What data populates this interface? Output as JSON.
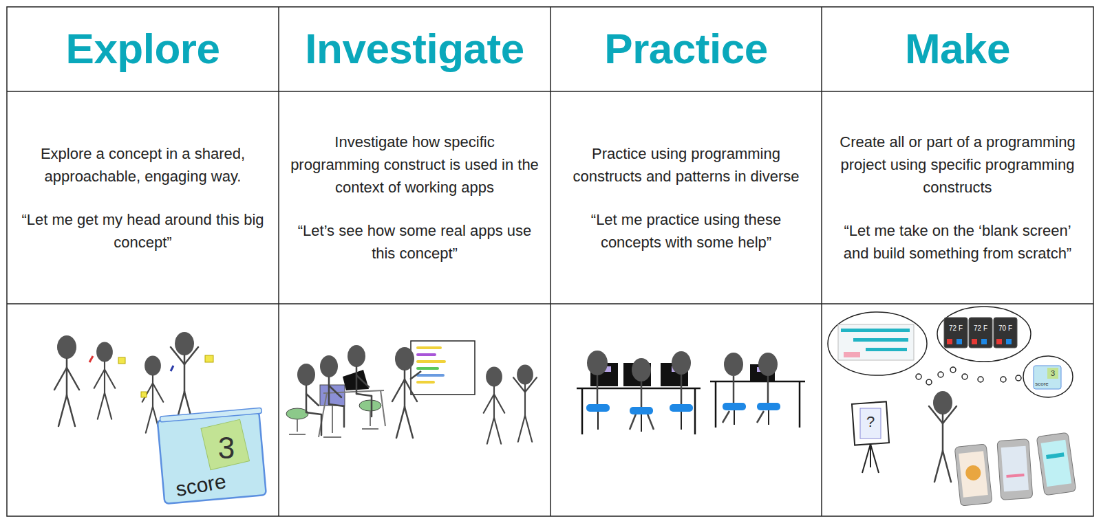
{
  "diagram": {
    "labels": [
      "Explore",
      "Investigate",
      "Practice",
      "Make",
      "Explore a concept in a shared, approachable, engaging way.",
      "“Let me get my head around this big concept”",
      "Investigate how specific programming construct is used in the context of working apps",
      "“Let’s see how some real apps use this concept”",
      "Practice using programming constructs and patterns in diverse",
      "“Let me practice using these concepts with some help”",
      "Create all or part of a programming project using specific programming constructs",
      "“Let me take on the ‘blank screen’ and build something from scratch”",
      "score",
      "3",
      "?",
      "72 F",
      "72 F",
      "70 F",
      "score",
      "3"
    ]
  }
}
